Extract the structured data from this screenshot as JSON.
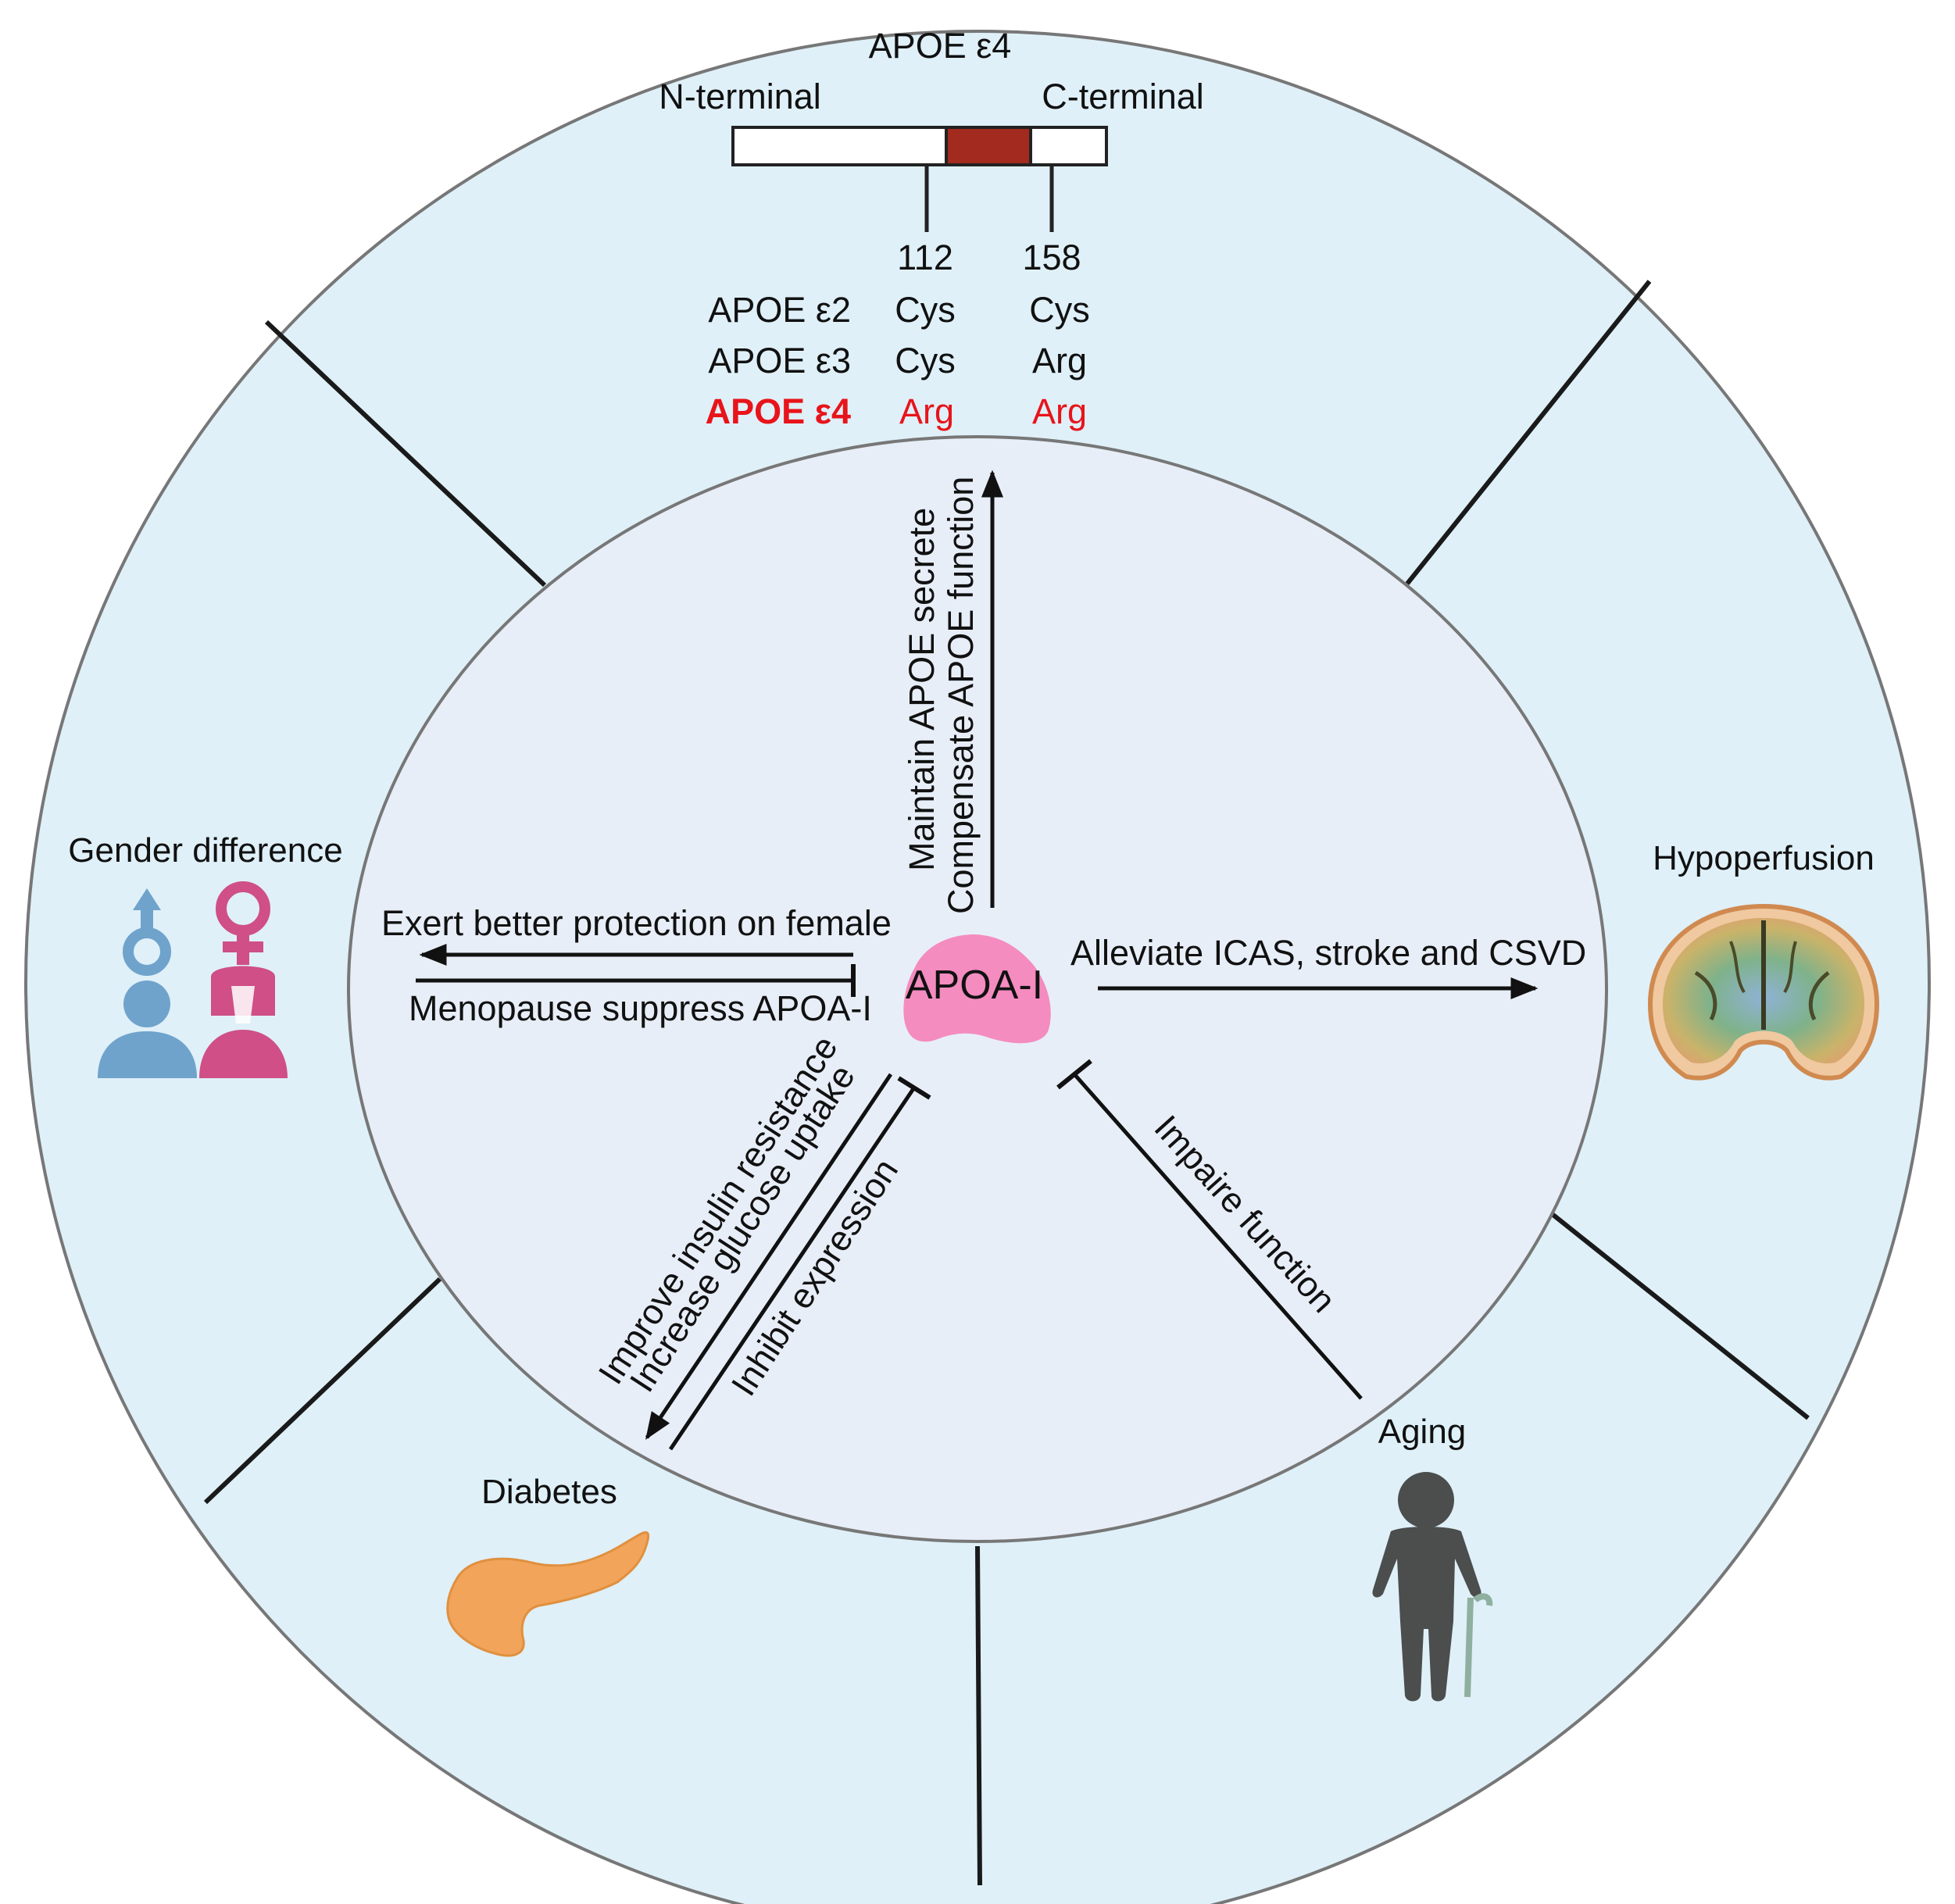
{
  "colors": {
    "outer_ring": "#dff0f8",
    "inner_circle": "#e8eef8",
    "apoe4_highlight": "#e8141b",
    "apoe_domain": "#a32a1e",
    "apoa1_shape": "#f48cc0",
    "male": "#6fa3cc",
    "female": "#cf4f86",
    "pancreas": "#f2a55a",
    "elder": "#4b4e4d"
  },
  "apoe": {
    "title": "APOE ε4",
    "n_terminal": "N-terminal",
    "c_terminal": "C-terminal",
    "pos1": "112",
    "pos2": "158",
    "rows": [
      {
        "name": "APOE ε2",
        "a": "Cys",
        "b": "Cys"
      },
      {
        "name": "APOE ε3",
        "a": "Cys",
        "b": "Arg"
      },
      {
        "name": "APOE ε4",
        "a": "Arg",
        "b": "Arg"
      }
    ]
  },
  "center": {
    "label": "APOA-I"
  },
  "up_arrow": {
    "line1": "Maintain APOE secrete",
    "line2": "Compensate APOE function"
  },
  "left_arrow": {
    "top": "Exert better protection on female",
    "bottom": "Menopause suppress APOA-I"
  },
  "right_arrow": {
    "label": "Alleviate ICAS, stroke and CSVD"
  },
  "diabetes_arrows": {
    "line1": "Improve insulin resistance",
    "line2": "Increase glucose uptake",
    "line3": "Inhibit expression"
  },
  "aging_arrow": {
    "label": "Impaire function"
  },
  "sections": {
    "gender": "Gender difference",
    "hypoperfusion": "Hypoperfusion",
    "diabetes": "Diabetes",
    "aging": "Aging"
  },
  "icons": [
    "male-symbol-icon",
    "female-symbol-icon",
    "brain-scan-icon",
    "pancreas-icon",
    "elderly-person-icon"
  ]
}
